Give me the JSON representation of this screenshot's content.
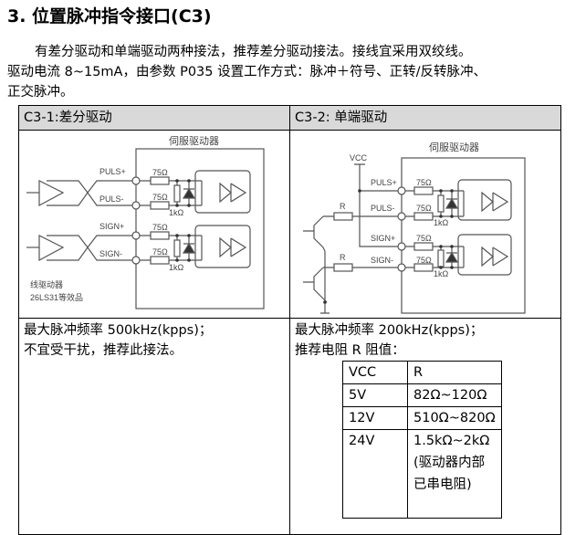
{
  "title": "3. 位置脉冲指令接口(C3)",
  "intro": {
    "line1": "有差分驱动和单端驱动两种接法，推荐差分驱动接法。接线宜采用双绞线。",
    "line2": "驱动电流 8~15mA，由参数 P035 设置工作方式：脉冲＋符号、正转/反转脉冲、",
    "line3": "正交脉冲。"
  },
  "sections": [
    {
      "header": "C3-1:差分驱动",
      "diagram": {
        "box_label": "伺服驱动器",
        "signals": [
          "PULS+",
          "PULS-",
          "SIGN+",
          "SIGN-"
        ],
        "series_resistor": "75Ω",
        "shunt_resistor": "1kΩ",
        "driver_label_1": "线驱动器",
        "driver_label_2": "26LS31等效品"
      },
      "desc_lines": [
        "最大脉冲频率 500kHz(kpps)；",
        "不宜受干扰，推荐此接法。"
      ]
    },
    {
      "header": "C3-2: 单端驱动",
      "diagram": {
        "box_label": "伺服驱动器",
        "supply_label": "VCC",
        "resistor_label": "R",
        "signals": [
          "PULS+",
          "PULS-",
          "SIGN+",
          "SIGN-"
        ],
        "series_resistor": "75Ω",
        "shunt_resistor": "1kΩ"
      },
      "desc_lines": [
        "最大脉冲频率 200kHz(kpps)；",
        "推荐电阻 R 阻值："
      ],
      "r_table": {
        "headers": [
          "VCC",
          "R"
        ],
        "rows": [
          [
            "5V",
            "82Ω~120Ω"
          ],
          [
            "12V",
            "510Ω~820Ω"
          ],
          [
            "24V",
            "1.5kΩ~2kΩ(驱动器内部已串电阻)"
          ]
        ]
      }
    }
  ]
}
